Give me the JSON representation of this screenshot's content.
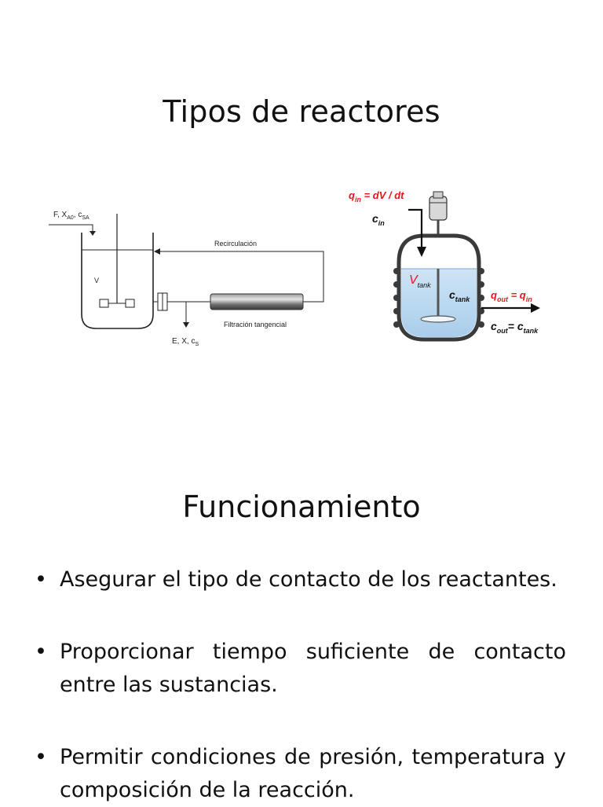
{
  "slide": {
    "title": "Tipos de reactores",
    "section_title": "Funcionamiento"
  },
  "diagram_left": {
    "feed_label": "F, X",
    "feed_sub1": "A0",
    "feed_mid": ", c",
    "feed_sub2": "SA",
    "volume_label": "V",
    "recirculation_label": "Recirculación",
    "filtration_label": "Filtración tangencial",
    "exit_label": "E, X, c",
    "exit_sub": "S"
  },
  "diagram_right": {
    "q_in": "q",
    "q_in_sub": "in",
    "q_in_rhs": " = dV / dt",
    "c_in": "c",
    "c_in_sub": "in",
    "v_tank": "V",
    "v_tank_sub": "tank",
    "c_tank": "c",
    "c_tank_sub": "tank",
    "q_out": "q",
    "q_out_sub": "out",
    "q_out_eq": " =  q",
    "q_out_eq_sub": "in",
    "c_out": "c",
    "c_out_sub": "out",
    "c_out_eq": "= c",
    "c_out_eq_sub": "tank",
    "colors": {
      "red": "#e8141a",
      "liquid": "#b9d8f0",
      "wall": "#3a3a3a"
    }
  },
  "bullets": [
    {
      "marker": "•",
      "text": "Asegurar el tipo de contacto de los reactantes."
    },
    {
      "marker": "•",
      "text": "Proporcionar tiempo suficiente de contacto entre las sustancias."
    },
    {
      "marker": "•",
      "text": "Permitir condiciones de presión, temperatura y composición de la reacción."
    }
  ]
}
